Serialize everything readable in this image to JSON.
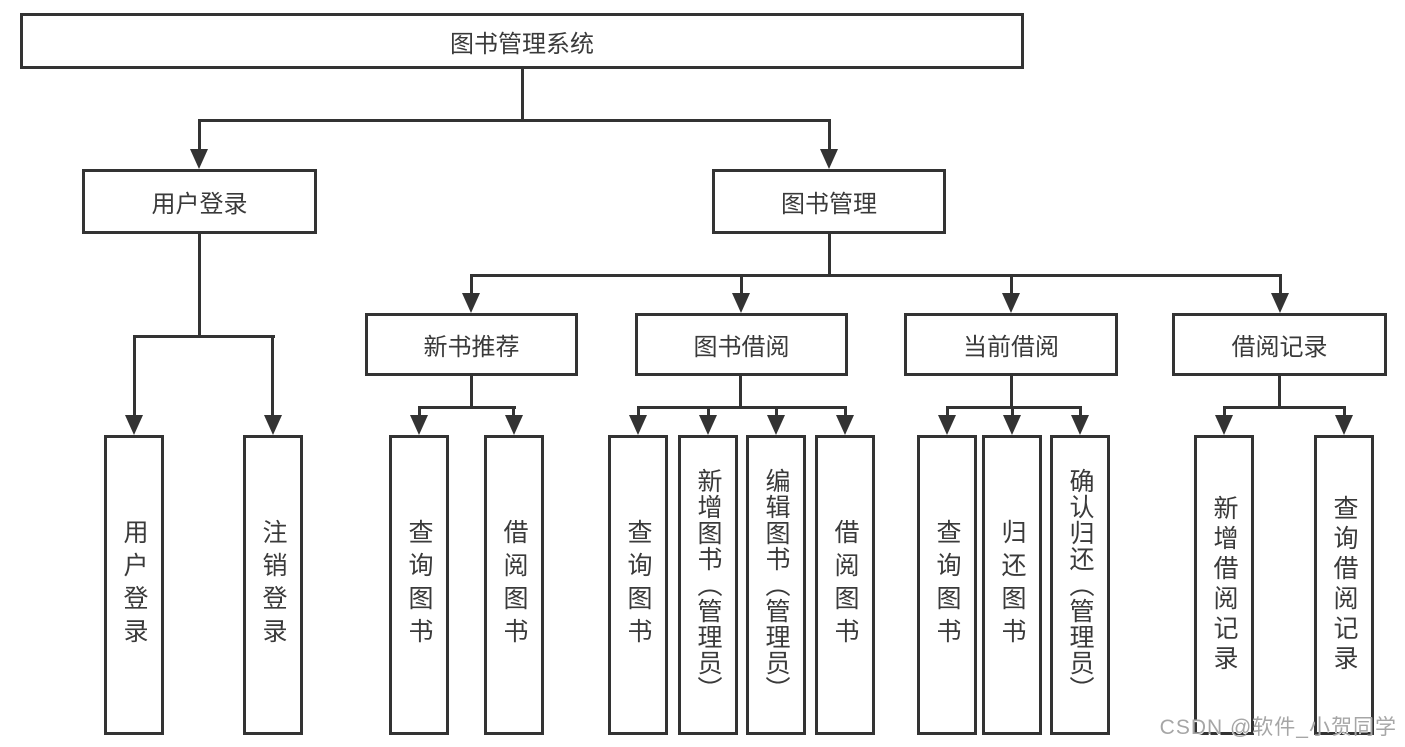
{
  "tree": {
    "label": "图书管理系统",
    "children": [
      {
        "label": "用户登录",
        "children": [
          {
            "label": "用户登录"
          },
          {
            "label": "注销登录"
          }
        ]
      },
      {
        "label": "图书管理",
        "children": [
          {
            "label": "新书推荐",
            "children": [
              {
                "label": "查询图书"
              },
              {
                "label": "借阅图书"
              }
            ]
          },
          {
            "label": "图书借阅",
            "children": [
              {
                "label": "查询图书"
              },
              {
                "label": "新增图书（管理员）"
              },
              {
                "label": "编辑图书（管理员）"
              },
              {
                "label": "借阅图书"
              }
            ]
          },
          {
            "label": "当前借阅",
            "children": [
              {
                "label": "查询图书"
              },
              {
                "label": "归还图书"
              },
              {
                "label": "确认归还（管理员）"
              }
            ]
          },
          {
            "label": "借阅记录",
            "children": [
              {
                "label": "新增借阅记录"
              },
              {
                "label": "查询借阅记录"
              }
            ]
          }
        ]
      }
    ]
  },
  "watermark": {
    "text": "CSDN @软件_小贺同学"
  },
  "colors": {
    "line": "#333333",
    "text": "#3a3a3a",
    "watermark": "#a6a6a6",
    "background": "#ffffff"
  }
}
